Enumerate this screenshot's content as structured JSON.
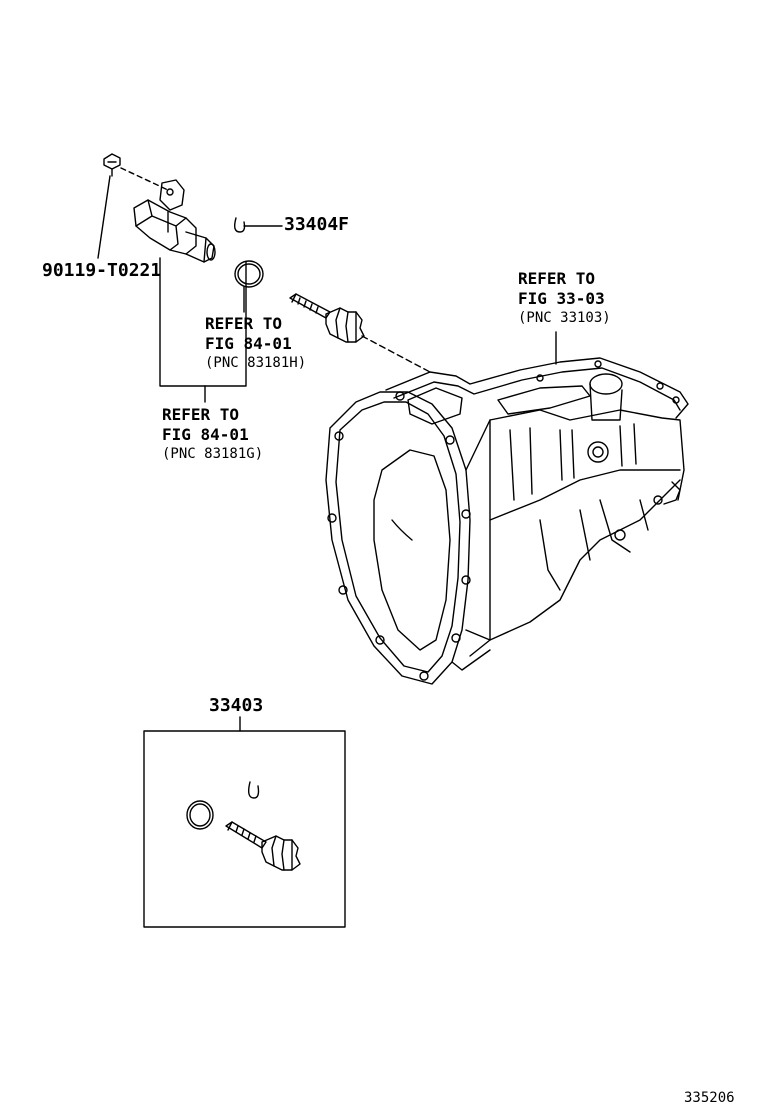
{
  "labels": {
    "part_bolt": "90119-T0221",
    "part_retainer": "33404F",
    "part_kit": "33403",
    "diagram_id": "335206"
  },
  "refs": {
    "ref_o_ring": {
      "line1": "REFER TO",
      "line2": "FIG 84-01",
      "line3": "(PNC 83181H)"
    },
    "ref_sensor": {
      "line1": "REFER TO",
      "line2": "FIG 84-01",
      "line3": "(PNC 83181G)"
    },
    "ref_case": {
      "line1": "REFER TO",
      "line2": "FIG 33-03",
      "line3": "(PNC 33103)"
    }
  },
  "colors": {
    "ink": "#000000",
    "background": "#ffffff"
  }
}
